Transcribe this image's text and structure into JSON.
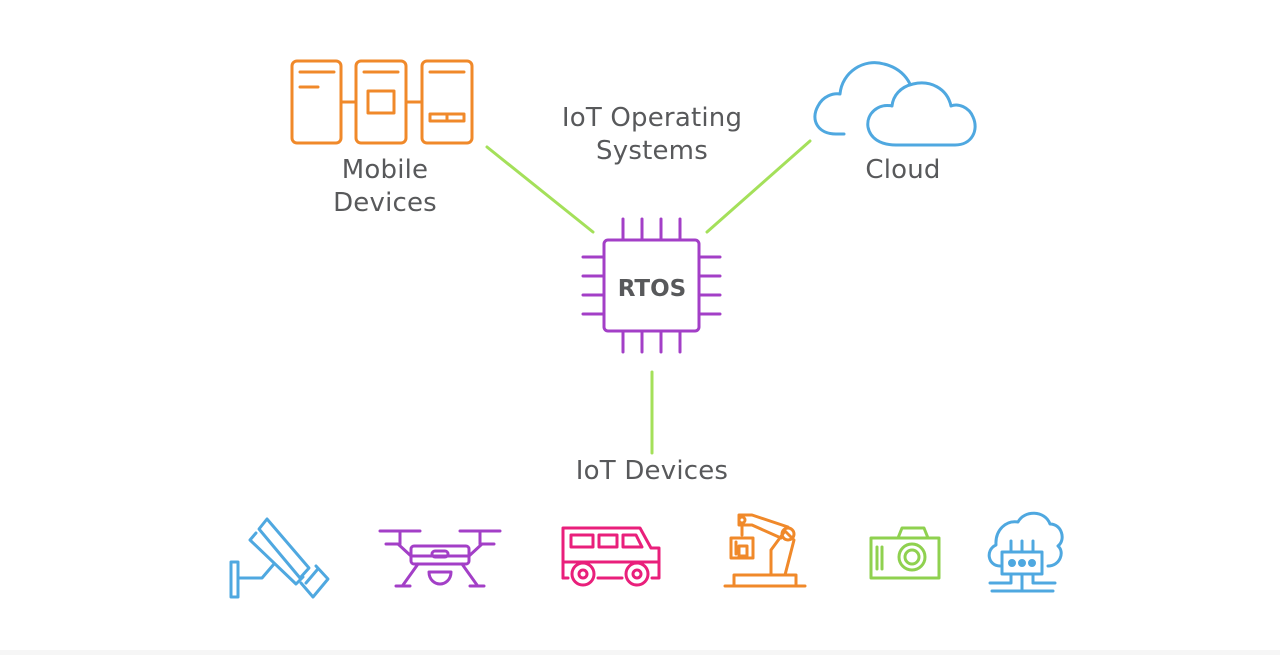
{
  "labels": {
    "mobile_line1": "Mobile",
    "mobile_line2": "Devices",
    "os_line1": "IoT Operating",
    "os_line2": "Systems",
    "cloud": "Cloud",
    "rtos": "RTOS",
    "iot_devices": "IoT Devices"
  },
  "icons": {
    "top": [
      "mobile-devices-icon",
      "cloud-icon"
    ],
    "center": "microchip-icon",
    "bottom": [
      "security-camera-icon",
      "drone-icon",
      "van-icon",
      "robotic-arm-icon",
      "camera-icon",
      "cloud-network-icon"
    ]
  },
  "colors": {
    "text": "#58595b",
    "connector": "#a4e05a",
    "mobile": "#f0892a",
    "cloud": "#4fa8e0",
    "chip": "#a33fc7",
    "security_camera": "#4fa8e0",
    "drone": "#a33fc7",
    "van": "#e91f7b",
    "robotic_arm": "#f0892a",
    "camera": "#8fd14f",
    "cloud_network": "#4fa8e0"
  }
}
